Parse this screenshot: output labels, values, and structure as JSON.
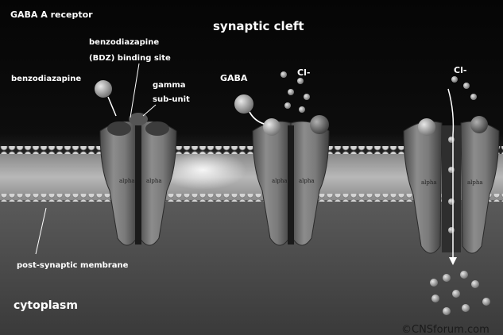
{
  "labels": {
    "receptor_title": "GABA A receptor",
    "cleft": "synaptic cleft",
    "bdz_site_line1": "benzodiazapine",
    "bdz_site_line2": "(BDZ) binding site",
    "benzodiazapine": "benzodiazapine",
    "gamma_line1": "gamma",
    "gamma_line2": "sub-unit",
    "gaba": "GABA",
    "cl_middle": "Cl-",
    "cl_right": "Cl-",
    "membrane": "post-synaptic membrane",
    "cytoplasm": "cytoplasm",
    "alpha": "alpha"
  },
  "watermark": "©CNSforum.com"
}
